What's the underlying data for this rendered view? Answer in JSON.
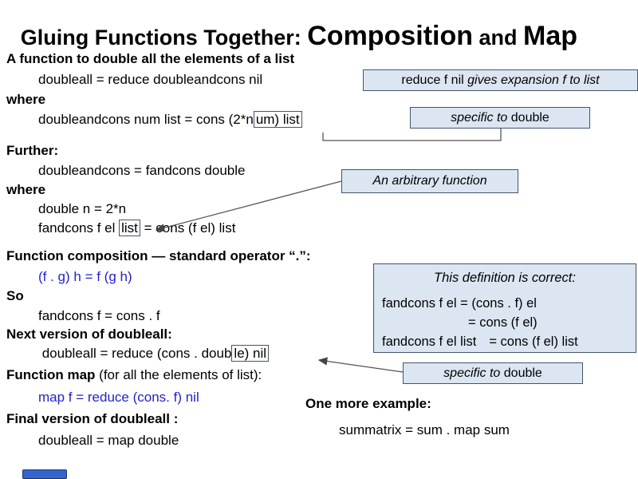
{
  "title": {
    "prefix": "Gluing Functions Together: ",
    "word1": "Composition",
    "and": " and ",
    "word2": "Map"
  },
  "sections": {
    "intro_heading": "A function to double all the elements of a list",
    "doubleall_v1": "doubleall = reduce doubleandcons nil",
    "where1": "where",
    "dac_pre": "doubleandcons num list = cons (2*n",
    "dac_boxed": "um) list",
    "further": "Further:",
    "dac_fandcons": "doubleandcons = fandcons double",
    "where2": "where",
    "double_n": "double n = 2*n",
    "fandcons_pre": "fandcons f el ",
    "fandcons_boxed": "list",
    "fandcons_post": " = cons (f el) list",
    "composition_heading": "Function composition — standard operator “.”:",
    "composition_law": "(f . g) h = f (g h)",
    "so": "So",
    "fandcons_cons": "fandcons f = cons . f",
    "next_version": "Next version of doubleall:",
    "doubleall_v2_pre": " doubleall = reduce (cons . doub",
    "doubleall_v2_boxed": "le) nil",
    "map_heading_bold": "Function map",
    "map_heading_rest": " (for all the elements of list):",
    "map_def": "map f = reduce (cons. f) nil",
    "final_version": "Final version of doubleall :",
    "doubleall_v3": "doubleall = map double"
  },
  "callouts": {
    "reduce_note_plain": "reduce f nil ",
    "reduce_note_italic": "gives expansion f to list",
    "specific1_italic": "specific to ",
    "specific1_code": "double",
    "arbitrary": "An arbitrary function",
    "correct_title": "This definition is correct:",
    "correct_line1": "fandcons f el = (cons . f) el",
    "correct_line2": "= cons (f el)",
    "correct_line3_left": "fandcons f el list",
    "correct_line3_right": "= cons (f el) list",
    "specific2_italic": "specific to ",
    "specific2_code": "double"
  },
  "extras": {
    "one_more": "One more example:",
    "summatrix": "summatrix = sum . map sum"
  },
  "colors": {
    "accent_blue_text": "#2222CC",
    "callout_bg": "#dce6f2",
    "callout_border": "#44546a"
  }
}
